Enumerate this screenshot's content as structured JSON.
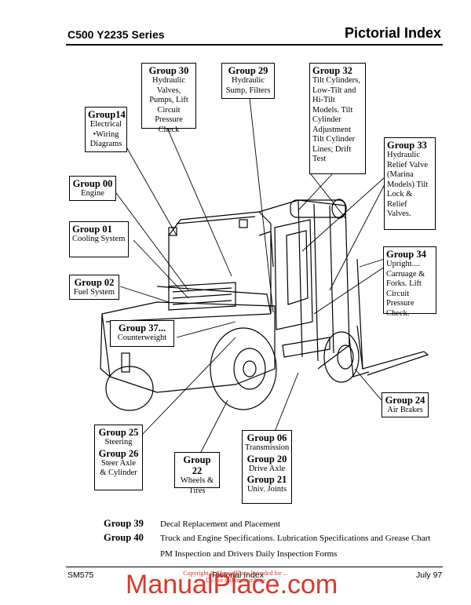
{
  "header": {
    "series": "C500 Y2235 Series",
    "title": "Pictorial Index"
  },
  "callouts": [
    {
      "id": "g30",
      "title": "Group 30",
      "body": "Hydraulic Valves, Pumps, Lift Circuit Pressure Check"
    },
    {
      "id": "g29",
      "title": "Group 29",
      "body": "Hydraulic Sump, Filters"
    },
    {
      "id": "g32",
      "title": "Group 32",
      "body": "Tilt Cylinders, Low-Tilt and Hi-Tilt Models. Tilt Cylinder Adjustment Tilt Cylinder Lines; Drift Test"
    },
    {
      "id": "g14",
      "title": "Group14",
      "body": "Electrical •Wiring Diagrams"
    },
    {
      "id": "g33",
      "title": "Group 33",
      "body": "Hydraulic Relief Valve (Marina Models) Tilt Lock & Relief Valves."
    },
    {
      "id": "g00",
      "title": "Group 00",
      "body": "Engine"
    },
    {
      "id": "g01",
      "title": "Group 01",
      "body": "Cooling System"
    },
    {
      "id": "g34",
      "title": "Group 34",
      "body": "Upright.... Carruage & Forks. Lift Circuit Pressure Check."
    },
    {
      "id": "g02",
      "title": "Group 02",
      "body": "Fuel System"
    },
    {
      "id": "g37",
      "title": "Group 37...",
      "body": "Counterweight"
    },
    {
      "id": "g24",
      "title": "Group 24",
      "body": "Air Brakes"
    },
    {
      "id": "g25",
      "title": "Group 25",
      "body": "Steering"
    },
    {
      "id": "g26",
      "title": "Group 26",
      "body": "Steer Axle & Cylinder"
    },
    {
      "id": "g22",
      "title": "Group 22",
      "body": "Wheels & Tires"
    },
    {
      "id": "g06",
      "title": "Group 06",
      "body": "Transmission"
    },
    {
      "id": "g20",
      "title": "Group 20",
      "body": "Drive Axle"
    },
    {
      "id": "g21",
      "title": "Group 21",
      "body": "Univ. Joints"
    }
  ],
  "bottom_list": [
    {
      "group": "Group 39",
      "text": "Decal Replacement and Placement"
    },
    {
      "group": "Group 40",
      "text": "Truck and Engine Specifications. Lubrication Specifications and Grease Chart"
    },
    {
      "group": "",
      "text": "PM Inspection and Drivers Daily Inspection Forms"
    }
  ],
  "footer": {
    "left": "SM575",
    "center": "Pictorial Index",
    "right": "July 97"
  },
  "watermark": {
    "brand": "ManualPlace.com",
    "small": "Copyright © ManualPlace Intended for ... Do not sell or distribute"
  }
}
